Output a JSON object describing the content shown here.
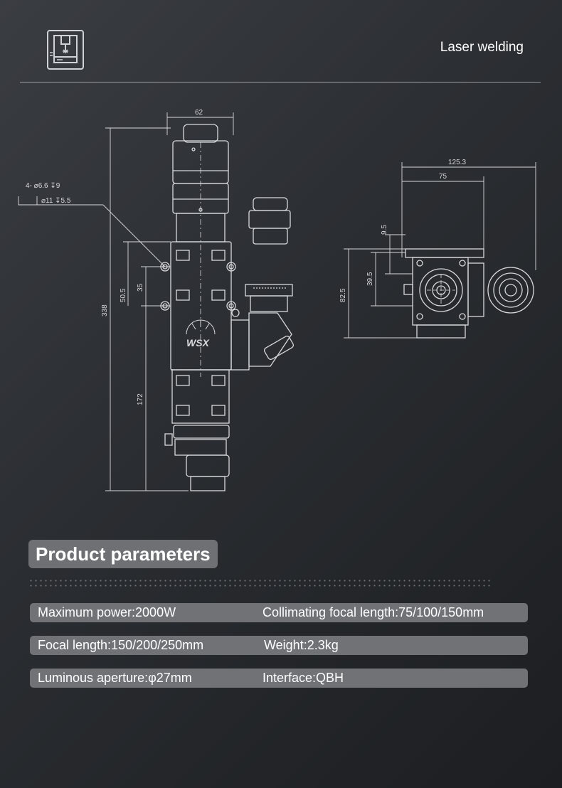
{
  "header": {
    "logo_icon": "laser-welding-machine-icon",
    "title": "Laser welding"
  },
  "drawing": {
    "dimensions": {
      "width_top": "62",
      "height_total": "338",
      "height_50_5": "50.5",
      "height_35": "35",
      "height_172": "172",
      "hole_spec_line1": "4- ⌀6.6 ↧9",
      "hole_spec_line2": "⌀11 ↧5.5",
      "side_width_125_3": "125.3",
      "side_width_75": "75",
      "side_h_9_5": "9.5",
      "side_h_39_5": "39.5",
      "side_h_82_5": "82.5"
    },
    "brand_mark": "WSX"
  },
  "params_section": {
    "title": "Product parameters",
    "rows": [
      {
        "left": "Maximum power:2000W",
        "right": "Collimating focal length:75/100/150mm"
      },
      {
        "left": "Focal length:150/200/250mm",
        "right": "Weight:2.3kg"
      },
      {
        "left": "Luminous aperture:φ27mm",
        "right": "Interface:QBH"
      }
    ]
  }
}
